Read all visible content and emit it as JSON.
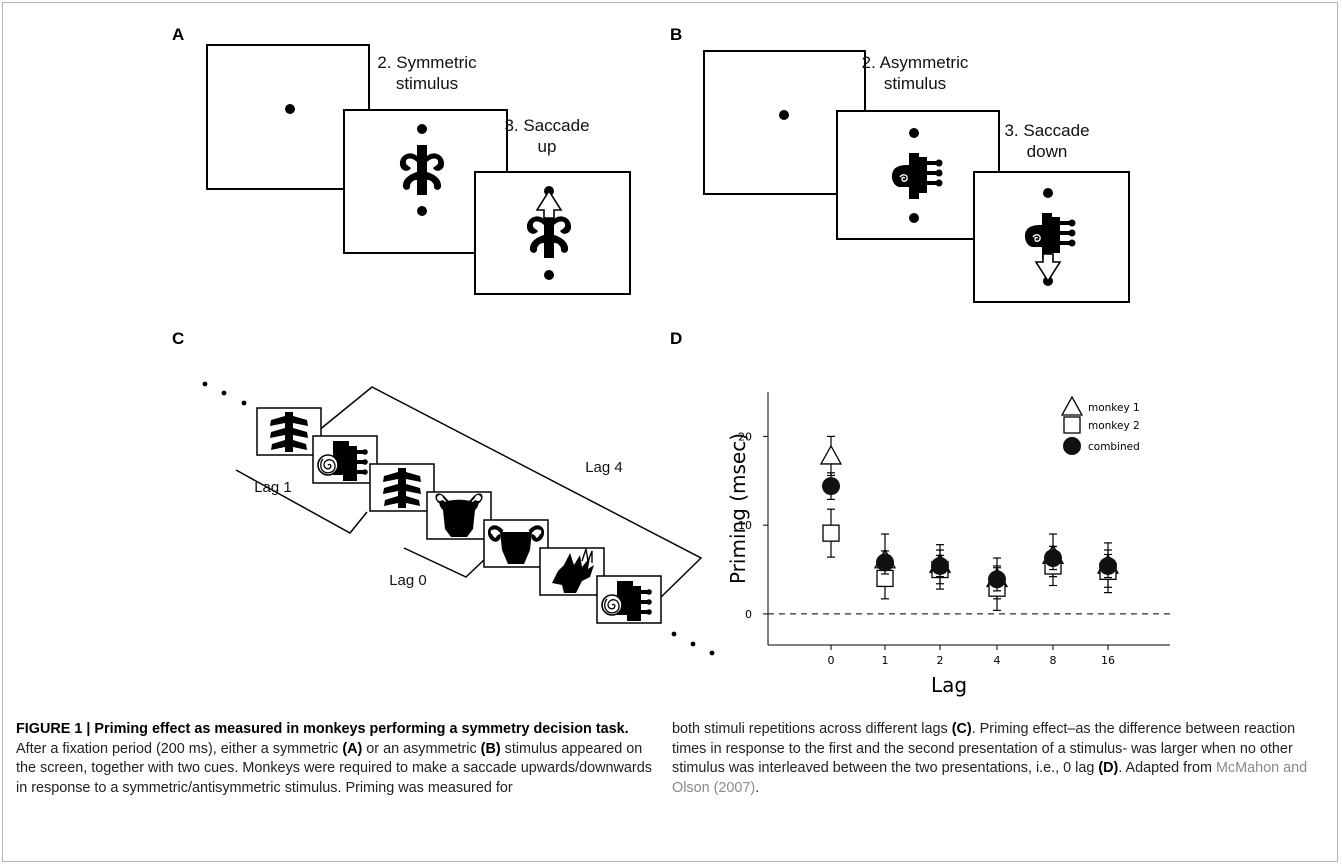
{
  "panels": {
    "A": {
      "label": "A",
      "step2": [
        "2. Symmetric",
        "stimulus"
      ],
      "step3": [
        "3. Saccade",
        "up"
      ]
    },
    "B": {
      "label": "B",
      "step2": [
        "2. Asymmetric",
        "stimulus"
      ],
      "step3": [
        "3. Saccade",
        "down"
      ]
    },
    "C": {
      "label": "C",
      "lag1": "Lag 1",
      "lag0": "Lag 0",
      "lag4": "Lag 4"
    },
    "D": {
      "label": "D"
    }
  },
  "chart_data": {
    "type": "scatter",
    "xlabel": "Lag",
    "ylabel": "Priming (msec)",
    "categories": [
      "0",
      "1",
      "2",
      "4",
      "8",
      "16"
    ],
    "yticks": [
      0,
      10,
      20
    ],
    "ylim": [
      -3.5,
      25
    ],
    "reference_line": {
      "y": 0,
      "style": "dashed"
    },
    "legend_position": "top-right",
    "series": [
      {
        "name": "monkey 1",
        "marker": "open-triangle",
        "values": [
          17.8,
          6.1,
          5.6,
          4.0,
          6.6,
          5.5
        ],
        "error": [
          2.2,
          2.9,
          2.2,
          2.3,
          2.4,
          2.5
        ]
      },
      {
        "name": "monkey 2",
        "marker": "open-square",
        "values": [
          9.1,
          4.0,
          5.0,
          2.9,
          5.4,
          4.8
        ],
        "error": [
          2.7,
          2.3,
          2.2,
          2.5,
          2.2,
          2.4
        ]
      },
      {
        "name": "combined",
        "marker": "filled-circle",
        "values": [
          14.4,
          5.8,
          5.4,
          3.9,
          6.3,
          5.4
        ],
        "error": [
          1.5,
          1.3,
          1.2,
          1.3,
          1.3,
          1.3
        ]
      }
    ]
  },
  "caption": {
    "figure_label": "FIGURE 1 | Priming effect as measured in monkeys performing a symmetry decision task.",
    "left_text_1": " After a fixation period (200 ms), either a symmetric ",
    "ref_A": "(A)",
    "left_text_2": " or an asymmetric ",
    "ref_B": "(B)",
    "left_text_3": " stimulus appeared on the screen, together with two cues. Monkeys were required to make a saccade upwards/downwards in response to a symmetric/antisymmetric stimulus. Priming was measured for",
    "right_text_1": "both stimuli repetitions across different lags ",
    "ref_C": "(C)",
    "right_text_2": ". Priming effect–as the difference between reaction times in response to the first and the second presentation of a stimulus- was larger when no other stimulus was interleaved between the two presentations, i.e., 0 lag ",
    "ref_D": "(D)",
    "right_text_3": ". Adapted from ",
    "citation": "McMahon and Olson (2007)",
    "right_text_4": "."
  }
}
